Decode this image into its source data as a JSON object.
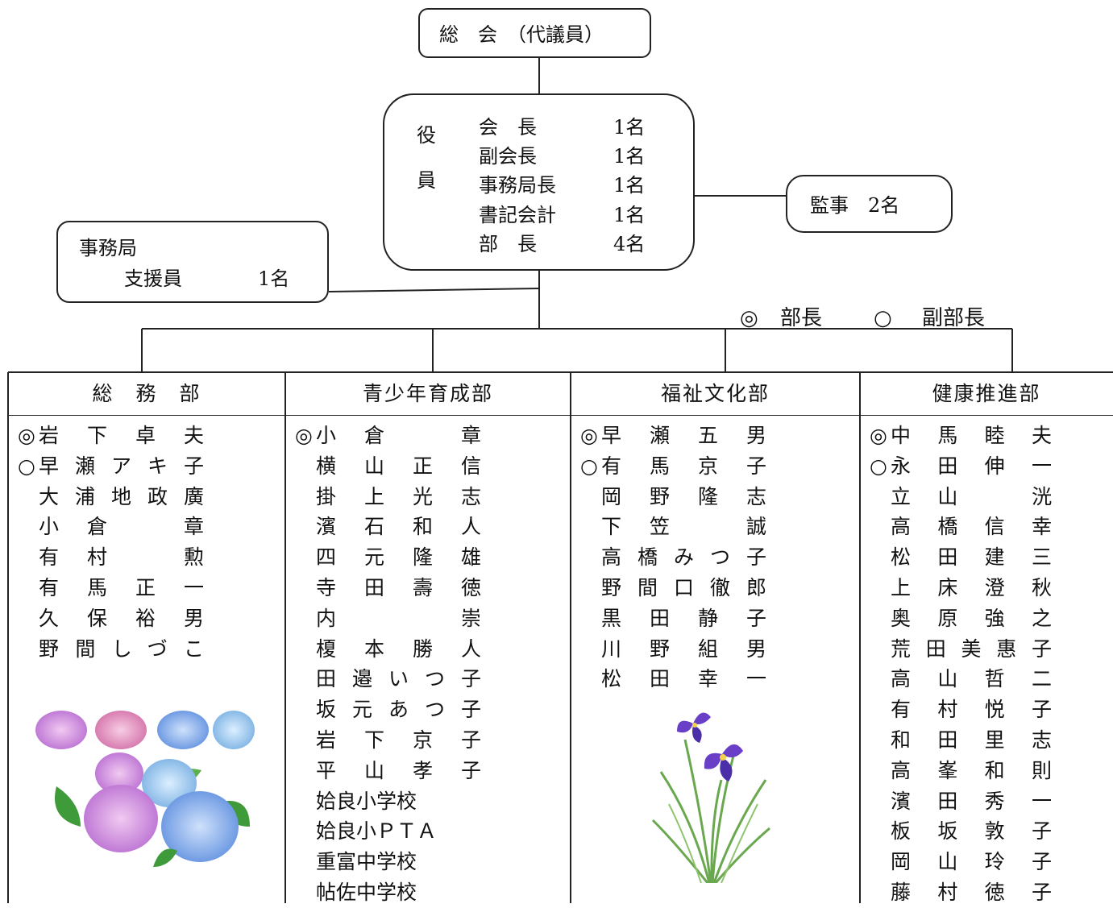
{
  "general_assembly": "総　会　（代議員）",
  "officers": {
    "label_top": "役",
    "label_bottom": "員",
    "roles": [
      {
        "role": "会　長",
        "count": "1名"
      },
      {
        "role": "副会長",
        "count": "1名"
      },
      {
        "role": "事務局長",
        "count": "1名"
      },
      {
        "role": "書記会計",
        "count": "1名"
      },
      {
        "role": "部　長",
        "count": "4名"
      }
    ]
  },
  "auditor": "監事　2名",
  "secretariat": {
    "title": "事務局",
    "role": "支援員",
    "count": "1名"
  },
  "legend": {
    "head_symbol": "◎",
    "head_label": "部長",
    "vice_symbol": "○",
    "vice_label": "副部長"
  },
  "departments": [
    {
      "title": "総　務　部",
      "members": [
        {
          "mark": "◎",
          "name": "岩下卓夫"
        },
        {
          "mark": "○",
          "name": "早瀬アキ子"
        },
        {
          "mark": "",
          "name": "大浦地政廣"
        },
        {
          "mark": "",
          "name": "小倉　章"
        },
        {
          "mark": "",
          "name": "有村　勲"
        },
        {
          "mark": "",
          "name": "有馬正一"
        },
        {
          "mark": "",
          "name": "久保裕男"
        },
        {
          "mark": "",
          "name": "野間しづこ"
        }
      ]
    },
    {
      "title": "青少年育成部",
      "members": [
        {
          "mark": "◎",
          "name": "小倉　章"
        },
        {
          "mark": "",
          "name": "横山正信"
        },
        {
          "mark": "",
          "name": "掛上光志"
        },
        {
          "mark": "",
          "name": "濱石和人"
        },
        {
          "mark": "",
          "name": "四元隆雄"
        },
        {
          "mark": "",
          "name": "寺田壽徳"
        },
        {
          "mark": "",
          "name": "内　崇"
        },
        {
          "mark": "",
          "name": "榎本勝人"
        },
        {
          "mark": "",
          "name": "田邉いつ子"
        },
        {
          "mark": "",
          "name": "坂元あつ子"
        },
        {
          "mark": "",
          "name": "岩下京子"
        },
        {
          "mark": "",
          "name": "平山孝子"
        },
        {
          "mark": "",
          "name": "姶良小学校"
        },
        {
          "mark": "",
          "name": "姶良小ＰＴＡ"
        },
        {
          "mark": "",
          "name": "重富中学校"
        },
        {
          "mark": "",
          "name": "帖佐中学校"
        }
      ]
    },
    {
      "title": "福祉文化部",
      "members": [
        {
          "mark": "◎",
          "name": "早瀬五男"
        },
        {
          "mark": "○",
          "name": "有馬京子"
        },
        {
          "mark": "",
          "name": "岡野隆志"
        },
        {
          "mark": "",
          "name": "下笠　誠"
        },
        {
          "mark": "",
          "name": "高橋みつ子"
        },
        {
          "mark": "",
          "name": "野間口徹郎"
        },
        {
          "mark": "",
          "name": "黒田静子"
        },
        {
          "mark": "",
          "name": "川野組男"
        },
        {
          "mark": "",
          "name": "松田幸一"
        }
      ]
    },
    {
      "title": "健康推進部",
      "members": [
        {
          "mark": "◎",
          "name": "中馬睦夫"
        },
        {
          "mark": "○",
          "name": "永田伸一"
        },
        {
          "mark": "",
          "name": "立山　洸"
        },
        {
          "mark": "",
          "name": "高橋信幸"
        },
        {
          "mark": "",
          "name": "松田建三"
        },
        {
          "mark": "",
          "name": "上床澄秋"
        },
        {
          "mark": "",
          "name": "奥原強之"
        },
        {
          "mark": "",
          "name": "荒田美惠子"
        },
        {
          "mark": "",
          "name": "高山哲二"
        },
        {
          "mark": "",
          "name": "有村悦子"
        },
        {
          "mark": "",
          "name": "和田里志"
        },
        {
          "mark": "",
          "name": "高峯和則"
        },
        {
          "mark": "",
          "name": "濱田秀一"
        },
        {
          "mark": "",
          "name": "板坂敦子"
        },
        {
          "mark": "",
          "name": "岡山玲子"
        },
        {
          "mark": "",
          "name": "藤村徳子"
        }
      ]
    }
  ],
  "illustrations": [
    "hydrangea-illustration",
    "iris-illustration"
  ]
}
